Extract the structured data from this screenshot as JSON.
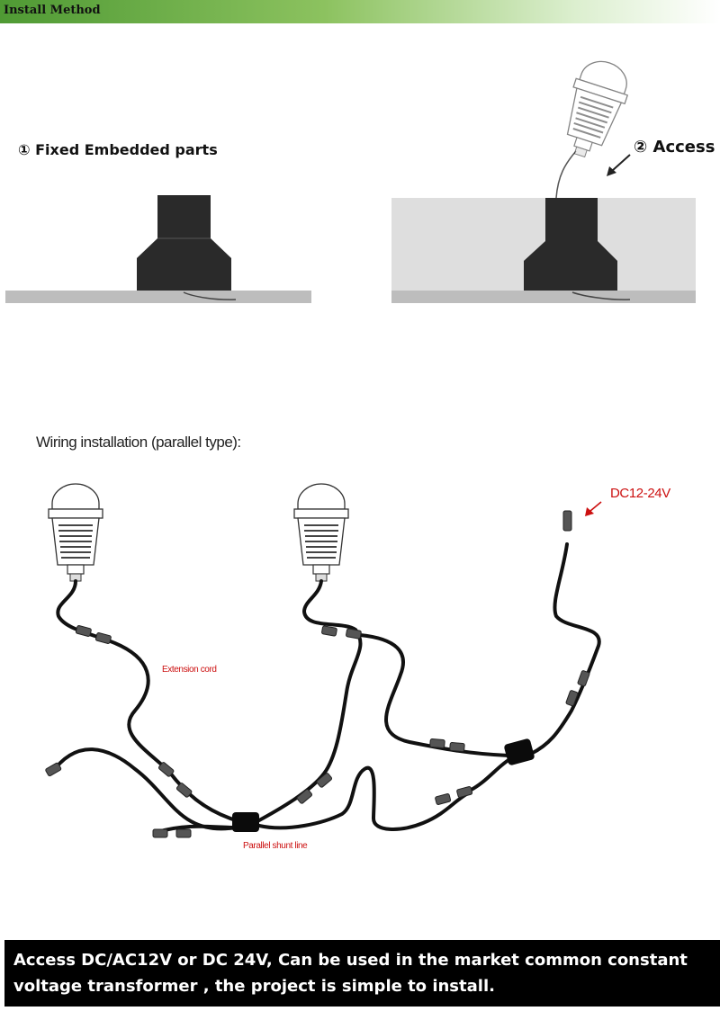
{
  "header": {
    "title": "Install Method"
  },
  "install": {
    "step1_label": "① Fixed  Embedded parts",
    "step2_label": "② Access"
  },
  "wiring": {
    "title": "Wiring installation (parallel type):",
    "power_label": "DC12-24V",
    "extension_label": "Extension cord",
    "shunt_label": "Parallel shunt line"
  },
  "footer": {
    "text": "Access DC/AC12V or DC 24V, Can be used in the market common constant voltage transformer , the project is simple to install."
  },
  "colors": {
    "header_green": "#4f9a34",
    "label_red": "#cc1010",
    "footer_bg": "#000000",
    "footer_text": "#ffffff"
  },
  "icons": [
    "step-light-icon",
    "embedded-housing-icon",
    "connector-icon",
    "splitter-icon"
  ]
}
